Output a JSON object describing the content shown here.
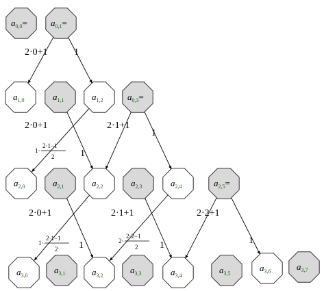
{
  "nodes": [
    {
      "id": "a00",
      "base": "a",
      "sub": "0,0",
      "suffix": "=",
      "style": "gray"
    },
    {
      "id": "a01",
      "base": "a",
      "sub": "0,1",
      "suffix": "=",
      "style": "gray"
    },
    {
      "id": "a10",
      "base": "a",
      "sub": "1,0",
      "suffix": "",
      "style": "white"
    },
    {
      "id": "a11",
      "base": "a",
      "sub": "1,1",
      "suffix": "",
      "style": "gray"
    },
    {
      "id": "a12",
      "base": "a",
      "sub": "1,2",
      "suffix": "",
      "style": "white"
    },
    {
      "id": "a03",
      "base": "a",
      "sub": "0,3",
      "suffix": "=",
      "style": "gray"
    },
    {
      "id": "a20",
      "base": "a",
      "sub": "2,0",
      "suffix": "",
      "style": "white"
    },
    {
      "id": "a21",
      "base": "a",
      "sub": "2,1",
      "suffix": "",
      "style": "gray"
    },
    {
      "id": "a22",
      "base": "a",
      "sub": "2,2",
      "suffix": "",
      "style": "white"
    },
    {
      "id": "a23",
      "base": "a",
      "sub": "2,3",
      "suffix": "",
      "style": "gray"
    },
    {
      "id": "a24",
      "base": "a",
      "sub": "2,4",
      "suffix": "",
      "style": "white"
    },
    {
      "id": "a25",
      "base": "a",
      "sub": "2,5",
      "suffix": "=",
      "style": "gray"
    },
    {
      "id": "a30",
      "base": "a",
      "sub": "3,0",
      "suffix": "",
      "style": "white"
    },
    {
      "id": "a31",
      "base": "a",
      "sub": "3,1",
      "suffix": "",
      "style": "gray"
    },
    {
      "id": "a32",
      "base": "a",
      "sub": "3,2",
      "suffix": "",
      "style": "white"
    },
    {
      "id": "a33",
      "base": "a",
      "sub": "3,3",
      "suffix": "",
      "style": "gray"
    },
    {
      "id": "a34",
      "base": "a",
      "sub": "3,4",
      "suffix": "",
      "style": "white"
    },
    {
      "id": "a35",
      "base": "a",
      "sub": "3,5",
      "suffix": "",
      "style": "gray"
    },
    {
      "id": "a36",
      "base": "a",
      "sub": "3,6",
      "suffix": "",
      "style": "white"
    },
    {
      "id": "a37",
      "base": "a",
      "sub": "3,7",
      "suffix": "",
      "style": "gray"
    }
  ],
  "edges": [
    {
      "from": "a01",
      "to": "a10"
    },
    {
      "from": "a01",
      "to": "a12"
    },
    {
      "from": "a12",
      "to": "a20"
    },
    {
      "from": "a11",
      "to": "a22"
    },
    {
      "from": "a03",
      "to": "a22"
    },
    {
      "from": "a03",
      "to": "a24"
    },
    {
      "from": "a22",
      "to": "a30"
    },
    {
      "from": "a21",
      "to": "a32"
    },
    {
      "from": "a23",
      "to": "a34"
    },
    {
      "from": "a24",
      "to": "a32"
    },
    {
      "from": "a25",
      "to": "a34"
    },
    {
      "from": "a25",
      "to": "a36"
    }
  ],
  "labels": {
    "l1": "2·0+1",
    "l2": "1",
    "l3": "2·0+1",
    "l4": "2·1+1",
    "l5": "1",
    "l6": "1",
    "l7": "2·0+1",
    "l8": "2·1+1",
    "l9": "2·2+1",
    "l10": "1",
    "l11": "1",
    "l12": "1"
  },
  "fractions": {
    "f1": {
      "coef": "1·",
      "num": "2·1−1",
      "den": "2"
    },
    "f2": {
      "coef": "1·",
      "num": "2·1−1",
      "den": "2"
    },
    "f3": {
      "coef": "2·",
      "num": "2·2−1",
      "den": "2"
    }
  }
}
